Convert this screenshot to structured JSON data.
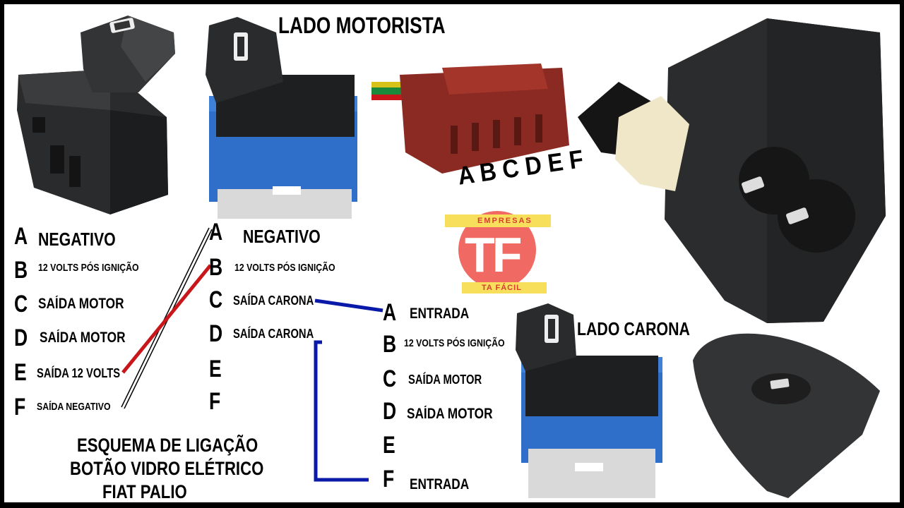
{
  "colors": {
    "blue_housing": "#2f6ec9",
    "red_connector": "#8b2a22",
    "wire_red": "#c8161a",
    "wire_blue": "#0a1aa8",
    "logo_circle": "#f06a63",
    "logo_banner": "#f7df5c"
  },
  "titles": {
    "driver_side": "LADO MOTORISTA",
    "passenger_side": "LADO CARONA"
  },
  "connector_pins": "A B C D E F",
  "left_switch": {
    "pins": [
      {
        "letter": "A",
        "label": "NEGATIVO"
      },
      {
        "letter": "B",
        "label": "12 VOLTS PÓS IGNIÇÃO"
      },
      {
        "letter": "C",
        "label": "SAÍDA MOTOR"
      },
      {
        "letter": "D",
        "label": "SAÍDA MOTOR"
      },
      {
        "letter": "E",
        "label": "SAÍDA 12 VOLTS"
      },
      {
        "letter": "F",
        "label": "SAÍDA NEGATIVO"
      }
    ]
  },
  "middle_switch": {
    "pins": [
      {
        "letter": "A",
        "label": "NEGATIVO"
      },
      {
        "letter": "B",
        "label": "12 VOLTS PÓS IGNIÇÃO"
      },
      {
        "letter": "C",
        "label": "SAÍDA CARONA"
      },
      {
        "letter": "D",
        "label": "SAÍDA CARONA"
      },
      {
        "letter": "E",
        "label": ""
      },
      {
        "letter": "F",
        "label": ""
      }
    ]
  },
  "right_switch": {
    "pins": [
      {
        "letter": "A",
        "label": "ENTRADA"
      },
      {
        "letter": "B",
        "label": "12 VOLTS PÓS IGNIÇÃO"
      },
      {
        "letter": "C",
        "label": "SAÍDA MOTOR"
      },
      {
        "letter": "D",
        "label": "SAÍDA MOTOR"
      },
      {
        "letter": "E",
        "label": ""
      },
      {
        "letter": "F",
        "label": "ENTRADA"
      }
    ]
  },
  "caption": {
    "line1": "ESQUEMA DE LIGAÇÃO",
    "line2": "BOTÃO VIDRO ELÉTRICO",
    "line3": "FIAT PALIO"
  },
  "logo": {
    "top": "EMPRESAS",
    "initials": "TF",
    "bottom": "TA FÁCIL"
  }
}
